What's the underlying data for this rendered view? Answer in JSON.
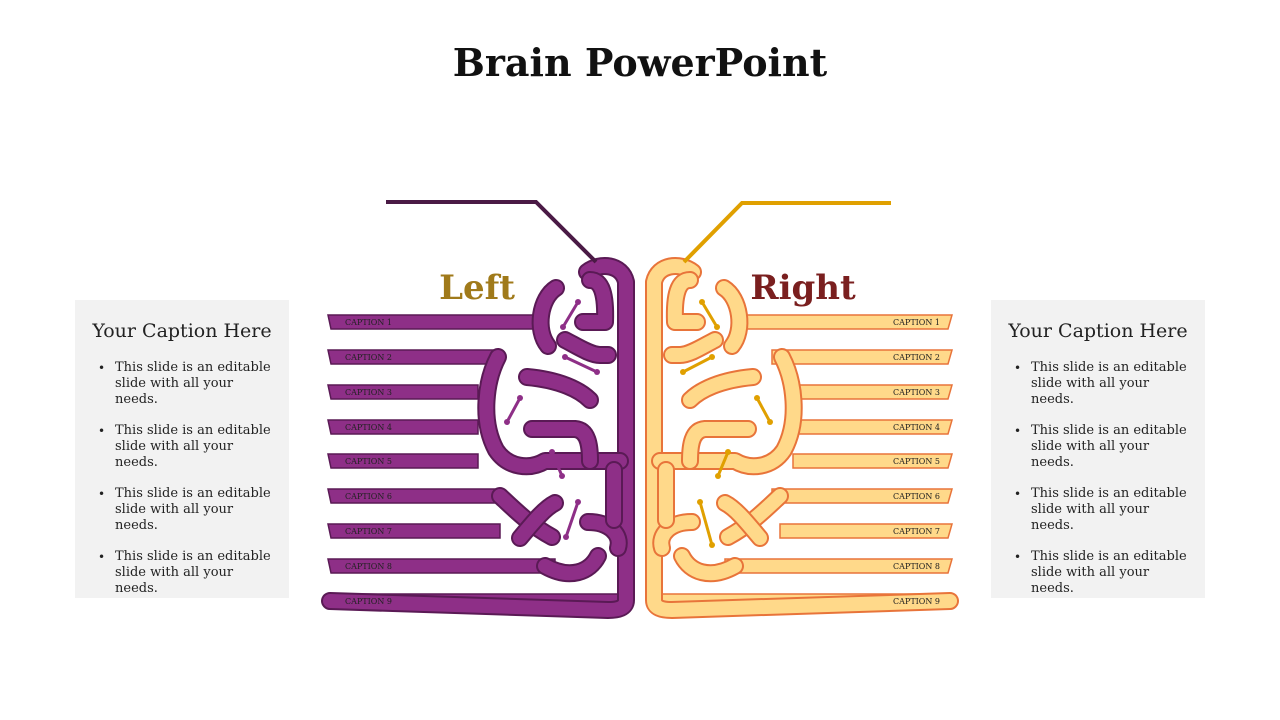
{
  "title": "Brain PowerPoint",
  "colors": {
    "left_fill": "#8e2f87",
    "left_outline": "#5a1a55",
    "right_fill": "#ffd98a",
    "right_outline": "#e8743a",
    "left_label": "#a07a1a",
    "right_label": "#7a1f1f",
    "left_line": "#4a1a45",
    "right_line": "#e0a000"
  },
  "left_label": "Left",
  "right_label": "Right",
  "left_panel": {
    "heading": "Your Caption Here",
    "bullets": [
      "This slide is an editable slide with all your needs.",
      "This slide is an editable slide with all your needs.",
      "This slide is an editable slide with all your needs.",
      "This slide is an editable slide with all your needs."
    ]
  },
  "right_panel": {
    "heading": "Your Caption Here",
    "bullets": [
      "This slide is an editable slide with all your needs.",
      "This slide is an editable slide with all your needs.",
      "This slide is an editable slide with all your needs.",
      "This slide is an editable slide with all your needs."
    ]
  },
  "left_captions": [
    "CAPTION 1",
    "CAPTION 2",
    "CAPTION 3",
    "CAPTION 4",
    "CAPTION 5",
    "CAPTION 6",
    "CAPTION 7",
    "CAPTION 8",
    "CAPTION 9"
  ],
  "right_captions": [
    "CAPTION 1",
    "CAPTION 2",
    "CAPTION 3",
    "CAPTION 4",
    "CAPTION 5",
    "CAPTION 6",
    "CAPTION 7",
    "CAPTION 8",
    "CAPTION 9"
  ]
}
